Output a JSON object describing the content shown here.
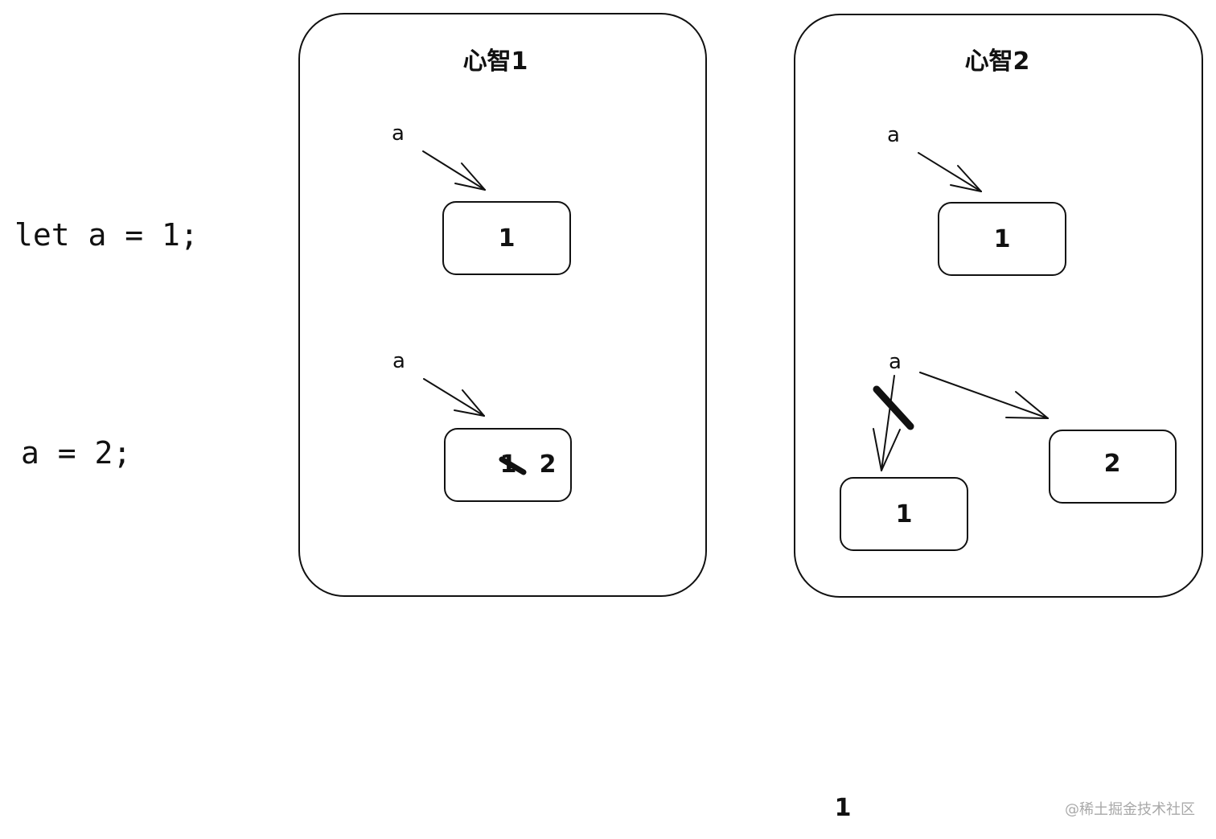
{
  "code": {
    "line1": "let a = 1;",
    "line2": "a = 2;"
  },
  "panel1": {
    "title": "心智1",
    "top": {
      "var": "a",
      "value": "1"
    },
    "bottom": {
      "var": "a",
      "old_value": "1",
      "value": "2"
    }
  },
  "panel2": {
    "title": "心智2",
    "top": {
      "var": "a",
      "value": "1"
    },
    "bottom": {
      "var": "a",
      "old_value": "1",
      "new_value": "2"
    }
  },
  "footer": {
    "page_number": "1",
    "watermark": "@稀土掘金技术社区"
  }
}
